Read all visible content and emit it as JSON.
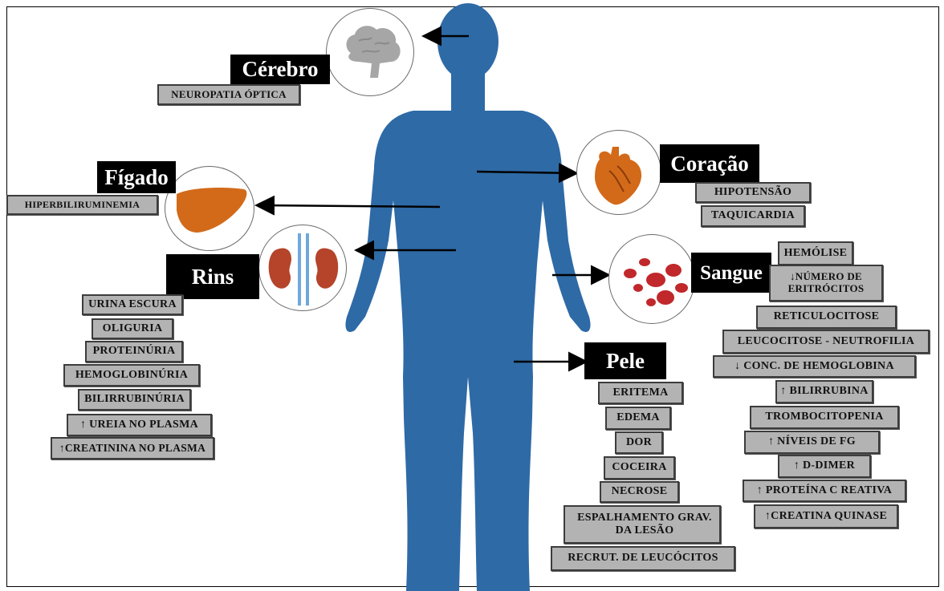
{
  "organs": {
    "cerebro": {
      "label": "Cérebro",
      "effects": [
        "NEUROPATIA ÓPTICA"
      ]
    },
    "figado": {
      "label": "Fígado",
      "effects": [
        "HIPERBILIRUMINEMIA"
      ]
    },
    "rins": {
      "label": "Rins",
      "effects": [
        "URINA ESCURA",
        "OLIGURIA",
        "PROTEINÚRIA",
        "HEMOGLOBINÚRIA",
        "BILIRRUBINÚRIA",
        "↑   UREIA NO PLASMA",
        "↑CREATININA NO PLASMA"
      ]
    },
    "coracao": {
      "label": "Coração",
      "effects": [
        "HIPOTENSÃO",
        "TAQUICARDIA"
      ]
    },
    "sangue": {
      "label": "Sangue",
      "effects": [
        "HEMÓLISE",
        "↓NÚMERO DE ERITRÓCITOS",
        "RETICULOCITOSE",
        "LEUCOCITOSE - NEUTROFILIA",
        "↓  CONC. DE HEMOGLOBINA",
        "↑ BILIRRUBINA",
        "TROMBOCITOPENIA",
        "↑   NÍVEIS DE FG",
        "↑  D-DIMER",
        "↑ PROTEÍNA C REATIVA",
        "↑CREATINA QUINASE"
      ]
    },
    "pele": {
      "label": "Pele",
      "effects": [
        "ERITEMA",
        "EDEMA",
        "DOR",
        "COCEIRA",
        "NECROSE",
        "ESPALHAMENTO GRAV. DA LESÃO",
        "RECRUT. DE LEUCÓCITOS"
      ]
    }
  },
  "colors": {
    "body": "#2e6aa6",
    "tag_bg": "#000000",
    "box_bg": "#b3b3b3",
    "organ_orange": "#d26a1a",
    "brain_gray": "#a6a6a6",
    "kidney_red": "#b5442a",
    "blood_red": "#c0282b"
  }
}
